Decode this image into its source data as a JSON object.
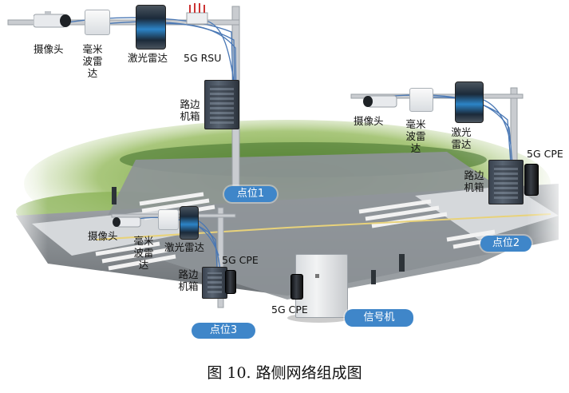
{
  "caption": "图 10. 路侧网络组成图",
  "site1": {
    "camera": "摄像头",
    "radar": "毫米波雷达",
    "lidar": "激光雷达",
    "rsu": "5G RSU",
    "cabinet": "路边机箱",
    "label": "点位1"
  },
  "site2": {
    "camera": "摄像头",
    "radar": "毫米波雷达",
    "lidar": "激光雷达",
    "cpe": "5G CPE",
    "cabinet": "路边机箱",
    "label": "点位2"
  },
  "site3": {
    "camera": "摄像头",
    "radar": "毫米波雷达",
    "lidar": "激光雷达",
    "cpe": "5G CPE",
    "cabinet": "路边机箱",
    "label": "点位3"
  },
  "signal": {
    "cpe": "5G CPE",
    "label": "信号机"
  }
}
